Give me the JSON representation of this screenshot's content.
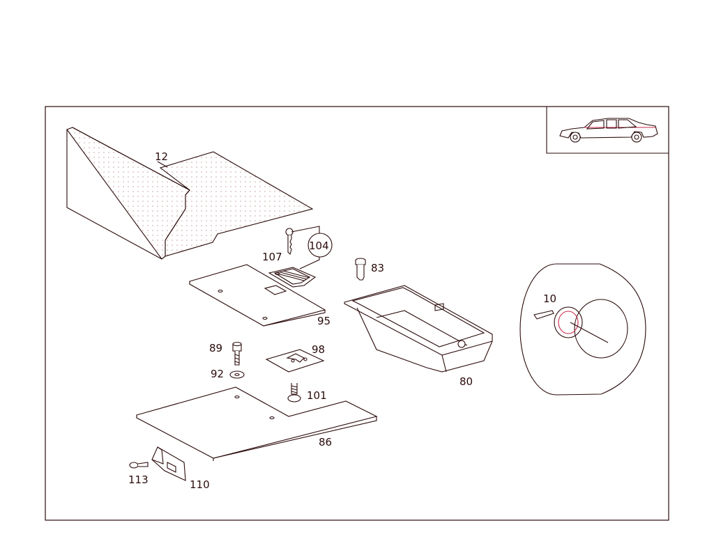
{
  "colors": {
    "ink": "#2a0a0a",
    "accent": "#c8294a",
    "dots": "#c9a0a0"
  },
  "thumbnail": {
    "icon": "sedan-car-icon"
  },
  "callouts": {
    "c12": "12",
    "c107": "107",
    "c104": "104",
    "c83": "83",
    "c95": "95",
    "c10": "10",
    "c89": "89",
    "c98": "98",
    "c92": "92",
    "c101": "101",
    "c80": "80",
    "c86": "86",
    "c113": "113",
    "c110": "110"
  }
}
